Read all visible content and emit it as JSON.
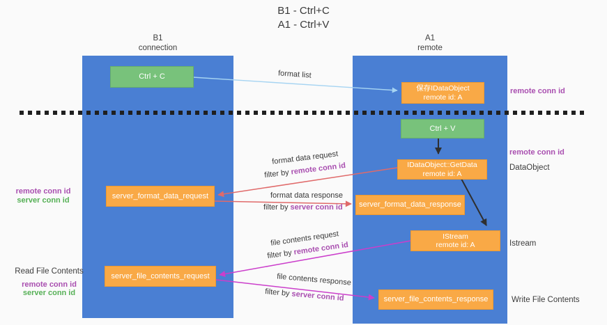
{
  "title": {
    "line1": "B1 - Ctrl+C",
    "line2": "A1 - Ctrl+V"
  },
  "lanes": {
    "left": {
      "name": "B1",
      "role": "connection"
    },
    "right": {
      "name": "A1",
      "role": "remote"
    }
  },
  "nodes": {
    "ctrl_c": {
      "label": "Ctrl + C"
    },
    "ctrl_v": {
      "label": "Ctrl + V"
    },
    "save_dataobject": {
      "line1": "保存IDataObject",
      "line2": "remote id: A"
    },
    "getdata": {
      "line1": "IDataObject::GetData",
      "line2": "remote id: A"
    },
    "istream": {
      "line1": "IStream",
      "line2": "remote id: A"
    },
    "server_format_data_request": {
      "label": "server_format_data_request"
    },
    "server_format_data_response": {
      "label": "server_format_data_response"
    },
    "server_file_contents_request": {
      "label": "server_file_contents_request"
    },
    "server_file_contents_response": {
      "label": "server_file_contents_response"
    }
  },
  "edge_labels": {
    "format_list": "format list",
    "format_request": "format data request",
    "format_response": "format data response",
    "file_request": "file contents request",
    "file_response": "file contents response",
    "filter_prefix": "filter by",
    "remote_key": "remote conn id",
    "server_key": "server conn id"
  },
  "annotations": {
    "save_dataobject_conn": "remote conn id",
    "ctrl_v_conn": "remote conn id",
    "dataobject": "DataObject",
    "istream": "Istream",
    "write_file": "Write File Contents",
    "read_file": "Read File Contents",
    "left_format_remote": "remote conn id",
    "left_format_server": "server conn id",
    "left_file_remote": "remote conn id",
    "left_file_server": "server conn id"
  },
  "colors": {
    "background": "#fafafa",
    "lane_blue": "#4a7fd3",
    "box_orange": "#f9a946",
    "box_green": "#78c27b",
    "arrow_red": "#e06a6a",
    "arrow_magenta": "#cb3ecb",
    "arrow_lightblue": "#a6d4f2",
    "arrow_black": "#2f2f2f",
    "text_purple": "#a94fb0",
    "text_green": "#56b056",
    "text_dark": "#3c3c3c"
  }
}
